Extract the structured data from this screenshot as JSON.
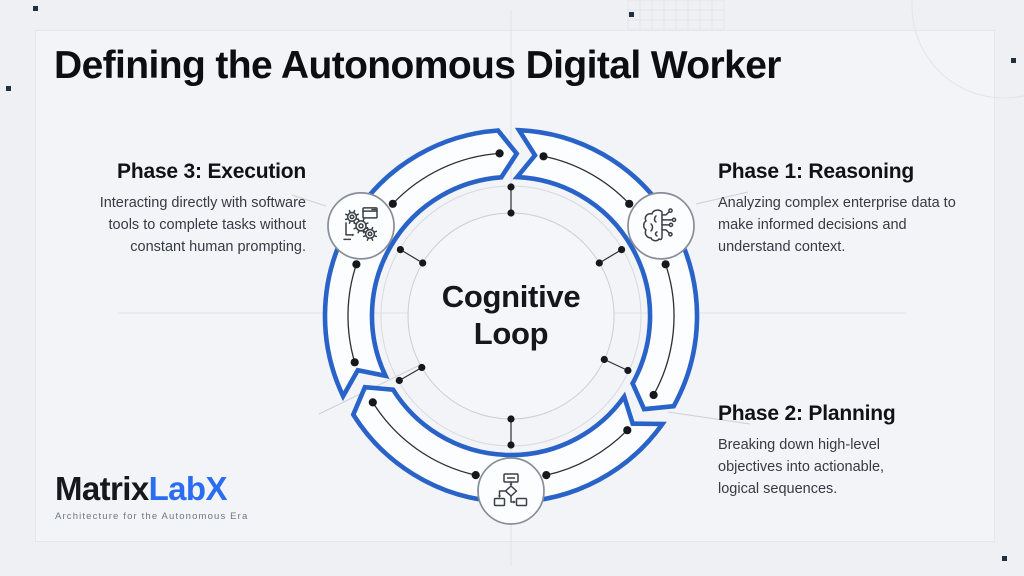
{
  "title": "Defining the Autonomous Digital Worker",
  "diagram": {
    "center_label": "Cognitive Loop",
    "break_angles": [
      33,
      152,
      270
    ],
    "marker_angles": [
      25,
      90,
      150,
      211,
      270,
      329
    ]
  },
  "phases": [
    {
      "title": "Phase 1: Reasoning",
      "description": "Analyzing complex enterprise data to make informed decisions and understand context.",
      "icon": "brain-circuit-icon",
      "angle": 329
    },
    {
      "title": "Phase 2: Planning",
      "description": "Breaking down high-level objectives into actionable, logical sequences.",
      "icon": "flowchart-icon",
      "angle": 90
    },
    {
      "title": "Phase 3: Execution",
      "description": "Interacting directly with software tools to complete tasks without constant human prompting.",
      "icon": "gears-icon",
      "angle": 211
    }
  ],
  "brand": {
    "name_primary": "Matrix",
    "name_accent": "LabX",
    "tagline": "Architecture for the Autonomous Era"
  },
  "colors": {
    "loop_blue": "#2a63c8",
    "accent_blue": "#2a6df0",
    "ink": "#15181d",
    "body_text": "#363b43",
    "background": "#eef0f4",
    "band_fill": "#fcfdfe"
  }
}
